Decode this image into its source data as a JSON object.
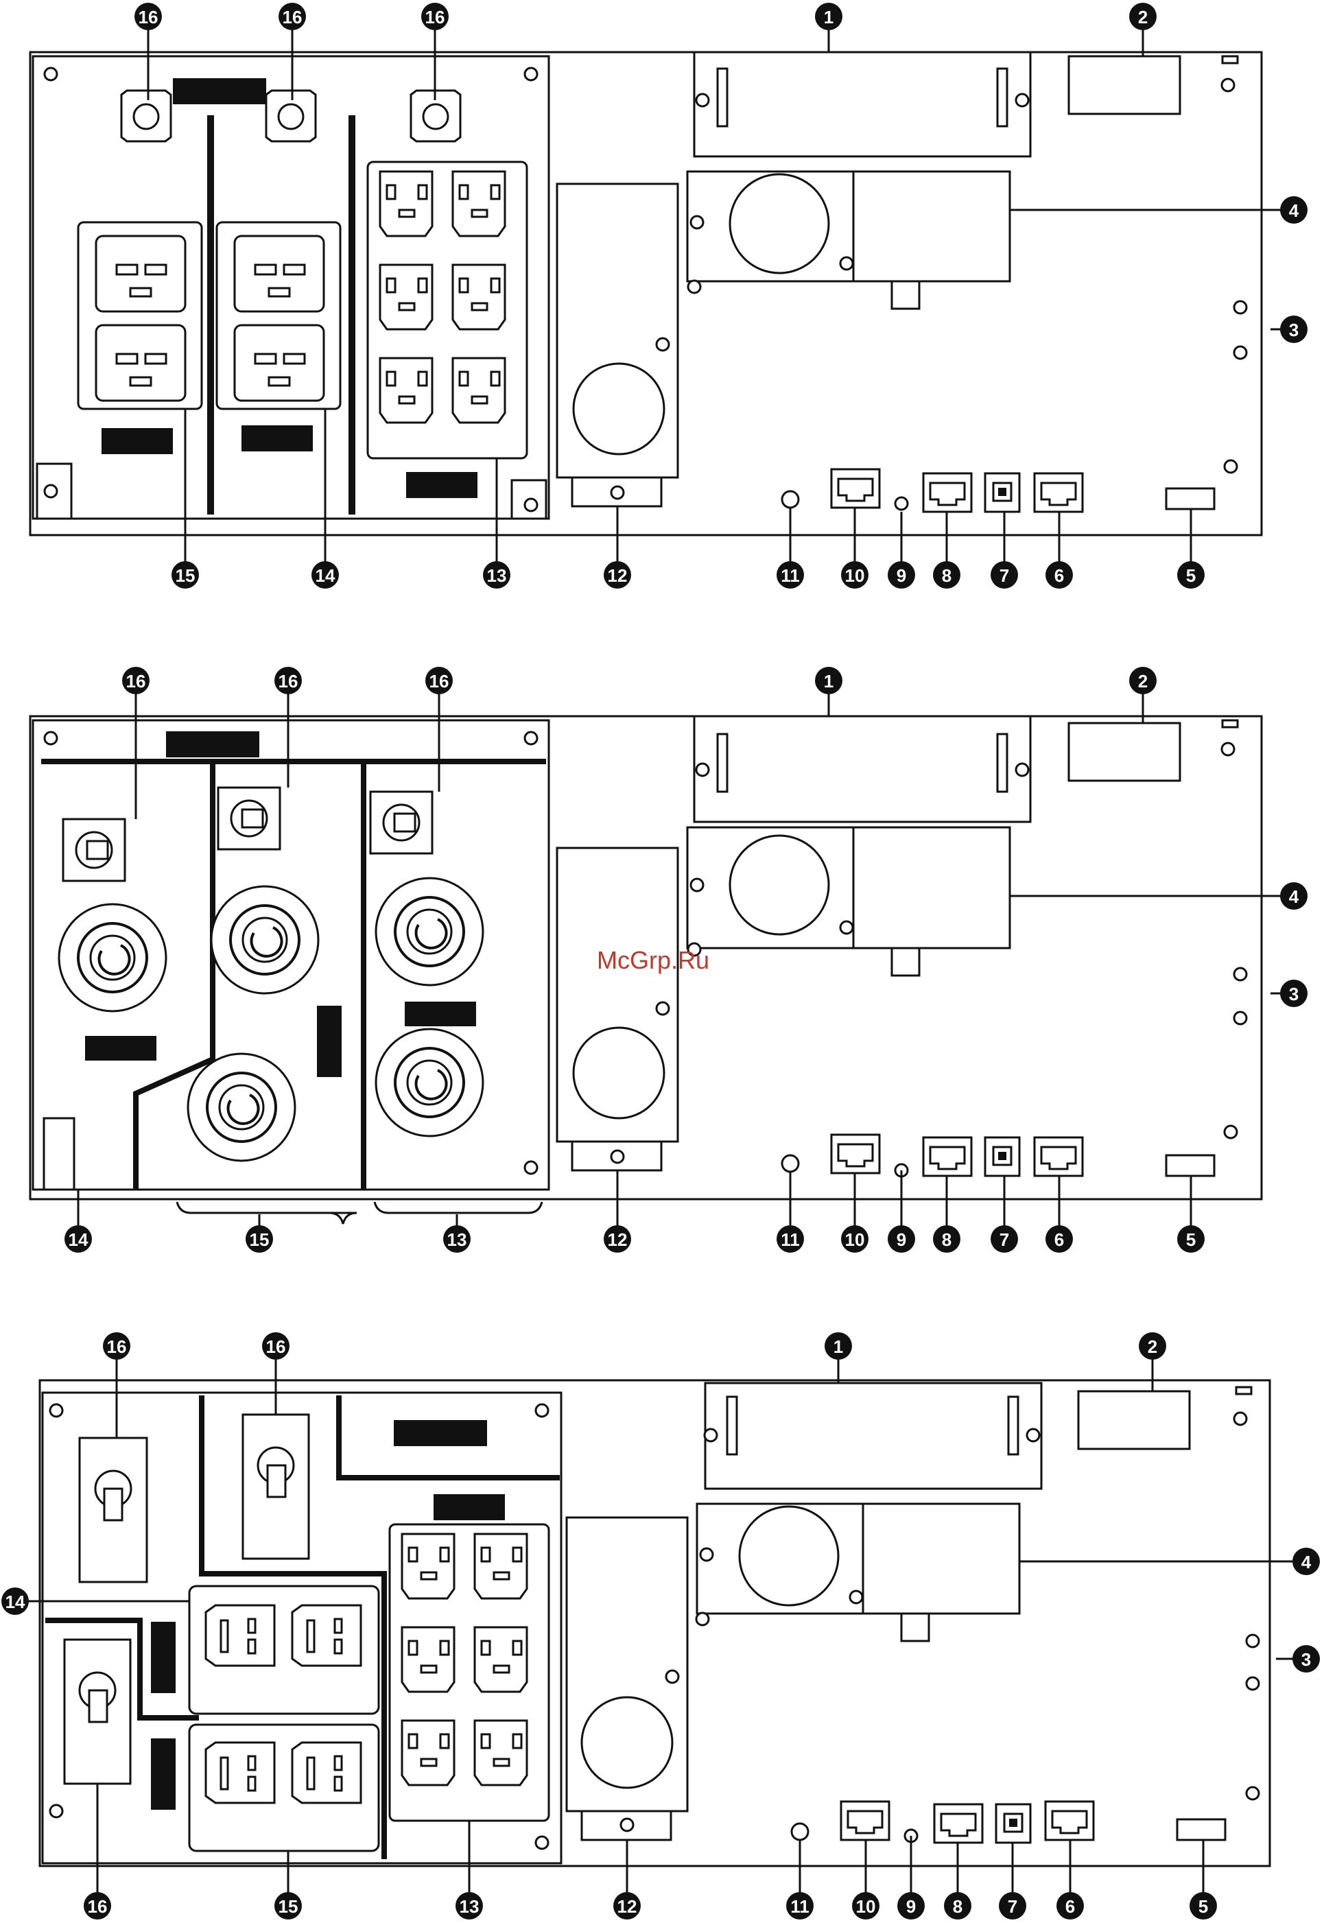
{
  "watermark": "McGrp.Ru",
  "colors": {
    "ink": "#111111",
    "paper": "#ffffff",
    "watermark": "#c0392b"
  },
  "diagrams": [
    {
      "name": "panel-top",
      "callouts": [
        "16",
        "16",
        "16",
        "1",
        "2",
        "3",
        "4",
        "5",
        "6",
        "7",
        "8",
        "9",
        "10",
        "11",
        "12",
        "13",
        "14",
        "15"
      ]
    },
    {
      "name": "panel-middle",
      "callouts": [
        "16",
        "16",
        "16",
        "1",
        "2",
        "3",
        "4",
        "5",
        "6",
        "7",
        "8",
        "9",
        "10",
        "11",
        "12",
        "13",
        "14",
        "15"
      ]
    },
    {
      "name": "panel-bottom",
      "callouts": [
        "16",
        "16",
        "1",
        "2",
        "3",
        "4",
        "5",
        "6",
        "7",
        "8",
        "9",
        "10",
        "11",
        "12",
        "13",
        "14",
        "15",
        "16"
      ]
    }
  ]
}
